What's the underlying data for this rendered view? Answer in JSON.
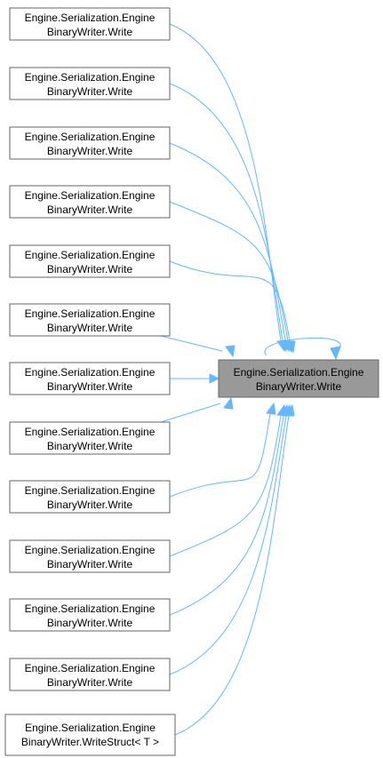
{
  "diagram": {
    "target": {
      "line1": "Engine.Serialization.Engine",
      "line2": "BinaryWriter.Write"
    },
    "callers": [
      {
        "line1": "Engine.Serialization.Engine",
        "line2": "BinaryWriter.Write"
      },
      {
        "line1": "Engine.Serialization.Engine",
        "line2": "BinaryWriter.Write"
      },
      {
        "line1": "Engine.Serialization.Engine",
        "line2": "BinaryWriter.Write"
      },
      {
        "line1": "Engine.Serialization.Engine",
        "line2": "BinaryWriter.Write"
      },
      {
        "line1": "Engine.Serialization.Engine",
        "line2": "BinaryWriter.Write"
      },
      {
        "line1": "Engine.Serialization.Engine",
        "line2": "BinaryWriter.Write"
      },
      {
        "line1": "Engine.Serialization.Engine",
        "line2": "BinaryWriter.Write"
      },
      {
        "line1": "Engine.Serialization.Engine",
        "line2": "BinaryWriter.Write"
      },
      {
        "line1": "Engine.Serialization.Engine",
        "line2": "BinaryWriter.Write"
      },
      {
        "line1": "Engine.Serialization.Engine",
        "line2": "BinaryWriter.Write"
      },
      {
        "line1": "Engine.Serialization.Engine",
        "line2": "BinaryWriter.Write"
      },
      {
        "line1": "Engine.Serialization.Engine",
        "line2": "BinaryWriter.Write"
      },
      {
        "line1": "Engine.Serialization.Engine",
        "line2": "BinaryWriter.WriteStruct< T >"
      }
    ],
    "target_self_loop": true,
    "colors": {
      "edge": "#63b8ff",
      "node_border": "#666666",
      "target_fill": "#999999",
      "node_fill": "#ffffff"
    }
  }
}
